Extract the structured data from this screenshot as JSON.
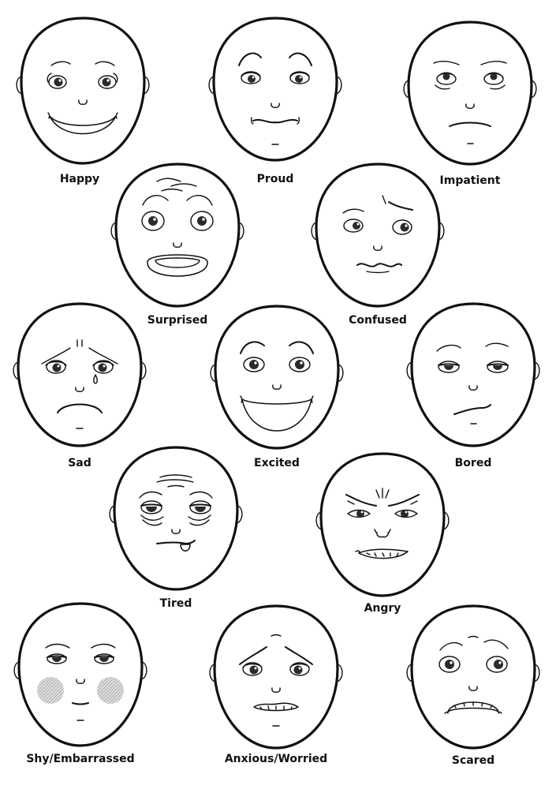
{
  "sheet": {
    "faces": [
      {
        "label": "Happy"
      },
      {
        "label": "Proud"
      },
      {
        "label": "Impatient"
      },
      {
        "label": "Surprised"
      },
      {
        "label": "Confused"
      },
      {
        "label": "Sad"
      },
      {
        "label": "Excited"
      },
      {
        "label": "Bored"
      },
      {
        "label": "Tired"
      },
      {
        "label": "Angry"
      },
      {
        "label": "Shy/Embarrassed"
      },
      {
        "label": "Anxious/Worried"
      },
      {
        "label": "Scared"
      }
    ]
  },
  "colors": {
    "ink": "#111111",
    "paper": "#ffffff",
    "blush": "#9a9a9a"
  }
}
